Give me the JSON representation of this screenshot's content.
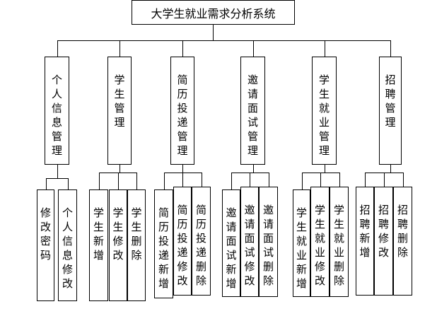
{
  "title": "大学生就业需求分析系统",
  "modules": [
    {
      "name": "个人信息管理",
      "children": [
        "修改密码",
        "个人信息修改"
      ]
    },
    {
      "name": "学生管理",
      "children": [
        "学生新增",
        "学生修改",
        "学生删除"
      ]
    },
    {
      "name": "简历投递管理",
      "children": [
        "简历投递新增",
        "简历投递修改",
        "简历投递删除"
      ]
    },
    {
      "name": "邀请面试管理",
      "children": [
        "邀请面试新增",
        "邀请面试修改",
        "邀请面试删除"
      ]
    },
    {
      "name": "学生就业管理",
      "children": [
        "学生就业新增",
        "学生就业修改",
        "学生就业删除"
      ]
    },
    {
      "name": "招聘管理",
      "children": [
        "招聘新增",
        "招聘修改",
        "招聘删除"
      ]
    }
  ]
}
